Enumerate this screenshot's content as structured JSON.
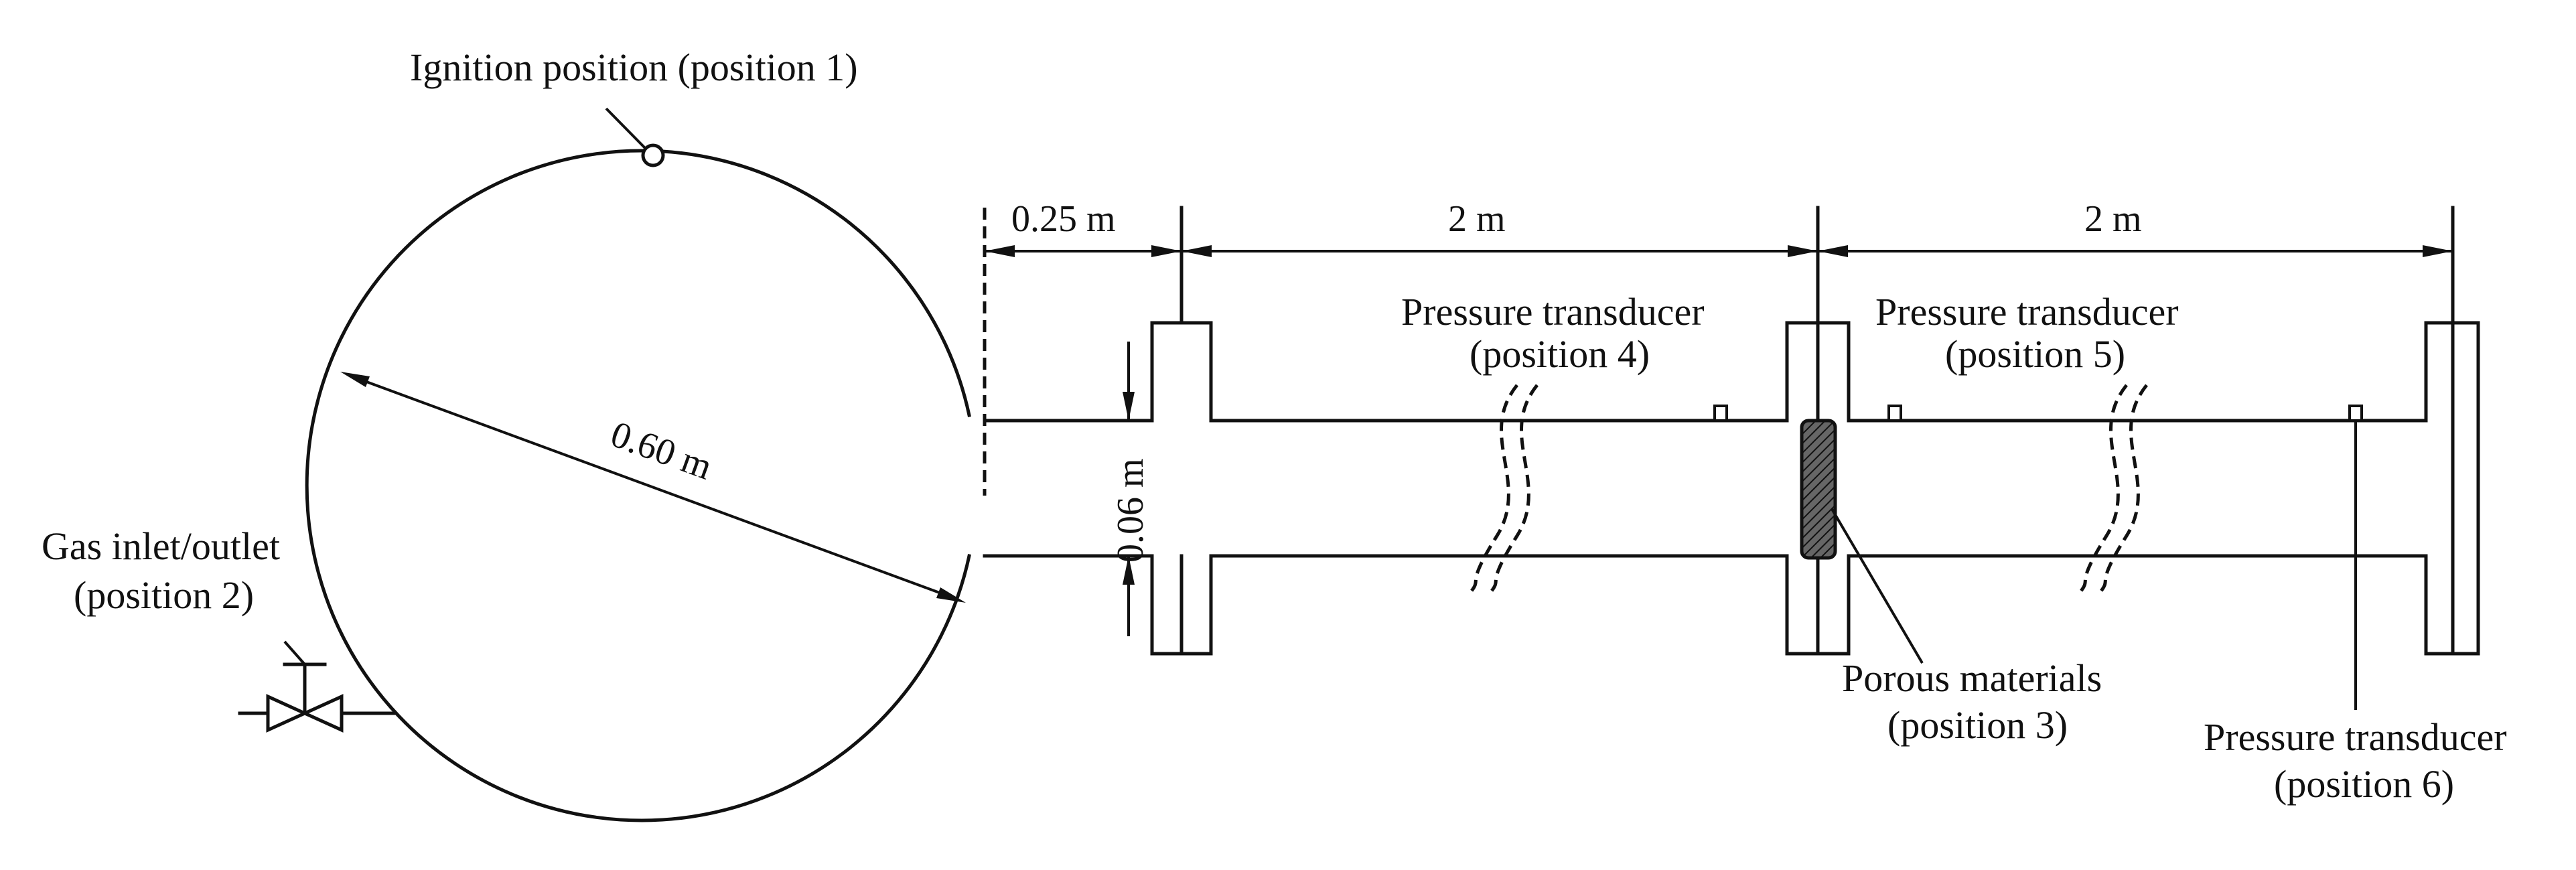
{
  "labels": {
    "ignition": "Ignition position (position 1)",
    "gas_inlet_line1": "Gas inlet/outlet",
    "gas_inlet_line2": "(position 2)",
    "porous_line1": "Porous materials",
    "porous_line2": "(position 3)",
    "pt4_line1": "Pressure transducer",
    "pt4_line2": "(position 4)",
    "pt5_line1": "Pressure transducer",
    "pt5_line2": "(position 5)",
    "pt6_line1": "Pressure transducer",
    "pt6_line2": "(position 6)"
  },
  "dimensions": {
    "sphere_diameter": "0.60 m",
    "pipe_diameter": "0.06 m",
    "length_first": "0.25 m",
    "length_second": "2 m",
    "length_third": "2 m"
  }
}
